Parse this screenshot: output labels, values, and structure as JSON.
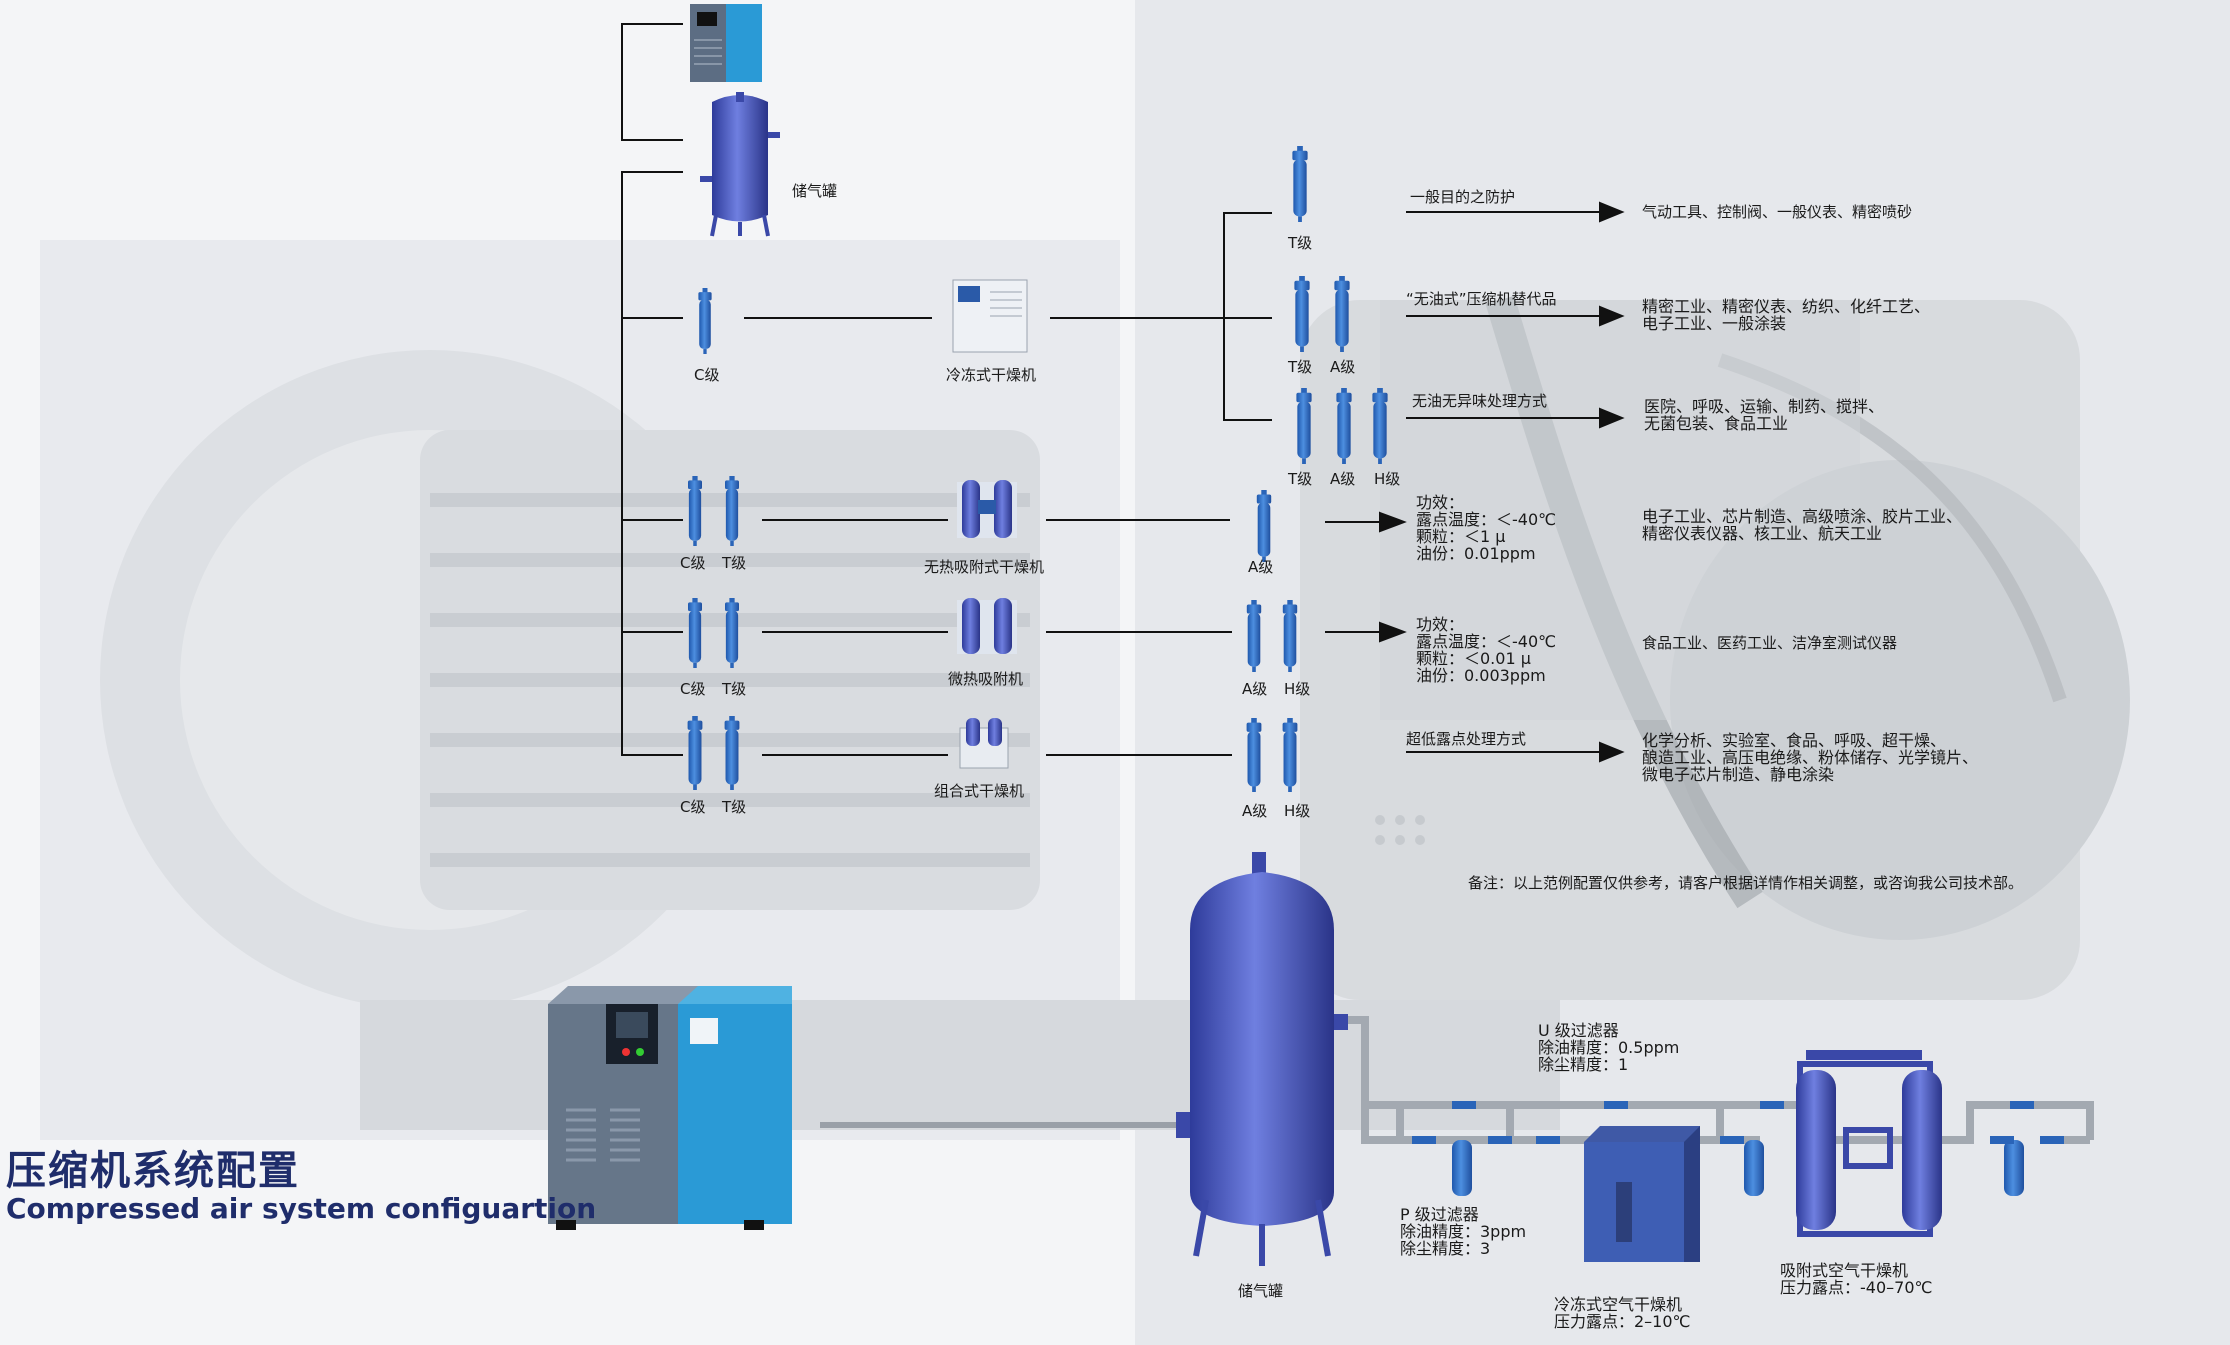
{
  "title": {
    "zh": "压缩机系统配置",
    "en": "Compressed air system configuartion"
  },
  "labels": {
    "tank_top": "储气罐",
    "c_grade": "C级",
    "t_grade": "T级",
    "a_grade": "A级",
    "h_grade": "H级",
    "refrig_dryer": "冷冻式干燥机",
    "heatless_dryer": "无热吸附式干燥机",
    "microheat_dryer": "微热吸附机",
    "combined_dryer": "组合式干燥机"
  },
  "routes": [
    {
      "purpose": "一般目的之防护",
      "application": "气动工具、控制阀、一般仪表、精密喷砂"
    },
    {
      "purpose": "“无油式”压缩机替代品",
      "application": "精密工业、精密仪表、纺织、化纤工艺、\n电子工业、一般涂装"
    },
    {
      "purpose": "无油无异味处理方式",
      "application": "医院、呼吸、运输、制药、搅拌、\n无菌包装、食品工业"
    },
    {
      "purpose": "功效：\n露点温度：＜-40℃\n颗粒：＜1 μ\n油份：0.01ppm",
      "application": "电子工业、芯片制造、高级喷涂、胶片工业、\n精密仪表仪器、核工业、航天工业"
    },
    {
      "purpose": "功效：\n露点温度：＜-40℃\n颗粒：＜0.01 μ\n油份：0.003ppm",
      "application": "食品工业、医药工业、洁净室测试仪器"
    },
    {
      "purpose": "超低露点处理方式",
      "application": "化学分析、实验室、食品、呼吸、超干燥、\n酿造工业、高压电绝缘、粉体储存、光学镜片、\n微电子芯片制造、静电涂染"
    }
  ],
  "note": "备注：以上范例配置仅供参考，请客户根据详情作相关调整，或咨询我公司技术部。",
  "bottom": {
    "tank": "储气罐",
    "u_filter": "U 级过滤器\n除油精度：0.5ppm\n除尘精度：1",
    "p_filter": "P 级过滤器\n除油精度：3ppm\n除尘精度：3",
    "refrig_dryer": "冷冻式空气干燥机\n压力露点：2–10℃",
    "adsorb_dryer": "吸附式空气干燥机\n压力露点：-40–70℃"
  },
  "colors": {
    "filter_blue": "#2f6fc4",
    "title_blue": "#1f2d6b",
    "compressor_blue": "#2a9ad6",
    "tank_purple": "#4b5cc4"
  }
}
